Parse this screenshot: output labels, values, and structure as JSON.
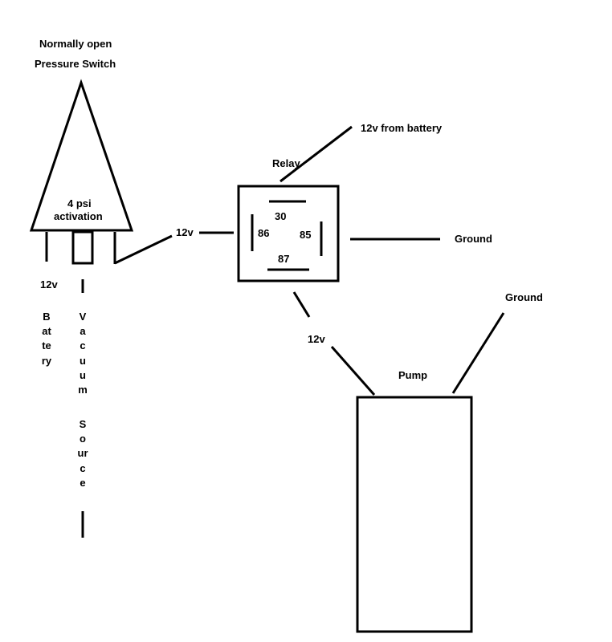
{
  "switch": {
    "title_line1": "Normally open",
    "title_line2": "Pressure Switch",
    "activation_line1": "4 psi",
    "activation_line2": "activation",
    "terminal_left_label": "12v",
    "terminal_left_vertical": "Battery",
    "terminal_mid_vertical_1": "Vacuum",
    "terminal_mid_vertical_2": "Source"
  },
  "relay": {
    "title": "Relay",
    "pin_top": "30",
    "pin_left": "86",
    "pin_right": "85",
    "pin_bottom": "87",
    "input_label": "12v",
    "battery_label": "12v from battery",
    "ground_label": "Ground"
  },
  "pump": {
    "title": "Pump",
    "feed_label": "12v",
    "ground_label": "Ground"
  },
  "colors": {
    "line": "#000000",
    "background": "#ffffff"
  }
}
